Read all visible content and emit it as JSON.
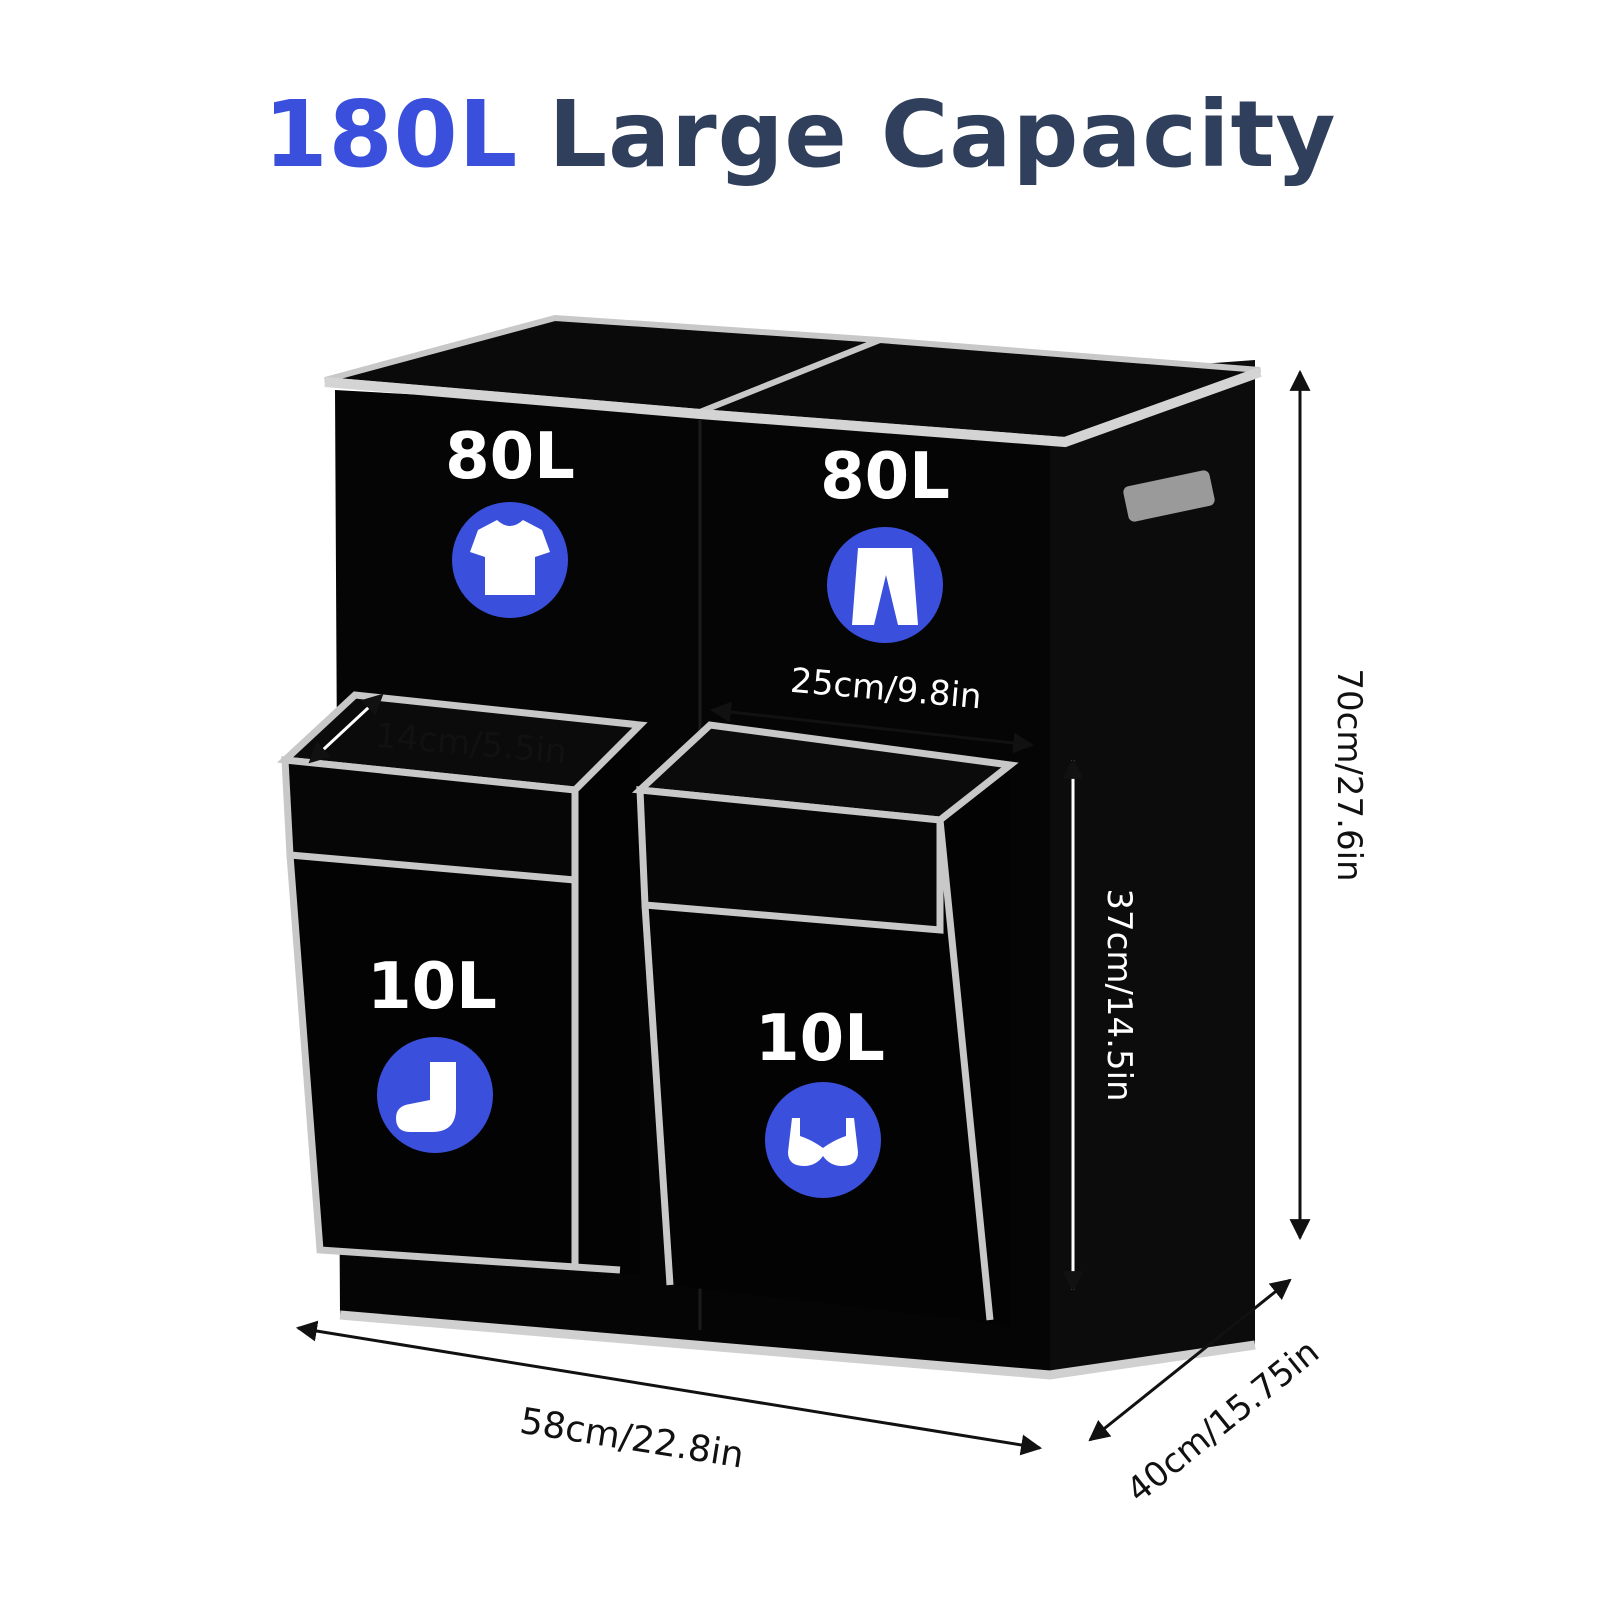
{
  "headline": {
    "accent": "180L",
    "rest": "Large Capacity",
    "accent_color": "#3a4fdc",
    "text_color": "#2f3f5c"
  },
  "hamper": {
    "body_color": "#060606",
    "trim_color": "#c8c8c8",
    "icon_bg_color": "#3a4fdc",
    "upper_left": {
      "capacity": "80L",
      "icon": "tshirt-icon"
    },
    "upper_right": {
      "capacity": "80L",
      "icon": "pants-icon"
    },
    "lower_left": {
      "capacity": "10L",
      "icon": "sock-icon"
    },
    "lower_right": {
      "capacity": "10L",
      "icon": "bra-icon"
    }
  },
  "dimensions": {
    "height": "70cm/27.6in",
    "width": "58cm/22.8in",
    "depth": "40cm/15.75in",
    "inner_width": "25cm/9.8in",
    "drawer_depth": "14cm/5.5in",
    "drawer_height": "37cm/14.5in"
  }
}
